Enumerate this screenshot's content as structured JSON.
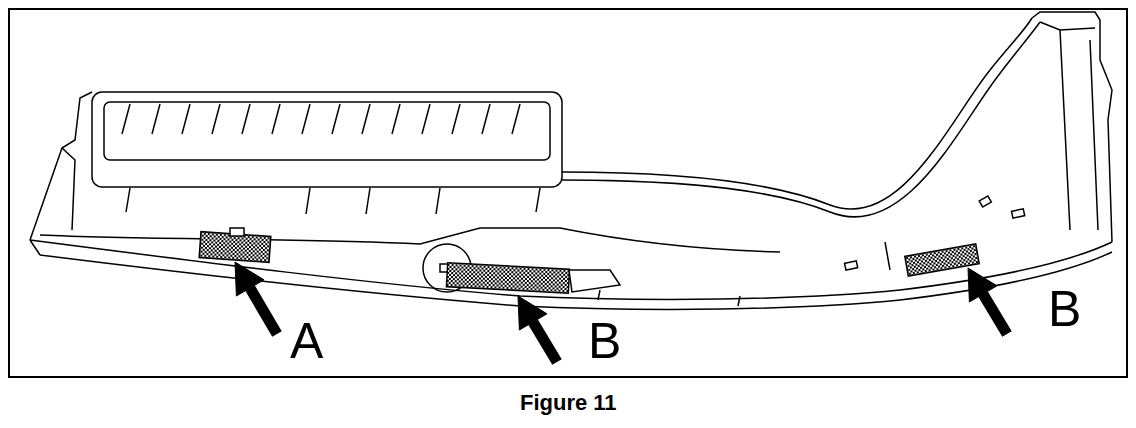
{
  "diagram": {
    "caption": "Figure 11",
    "labels": [
      "A",
      "B",
      "B"
    ]
  }
}
